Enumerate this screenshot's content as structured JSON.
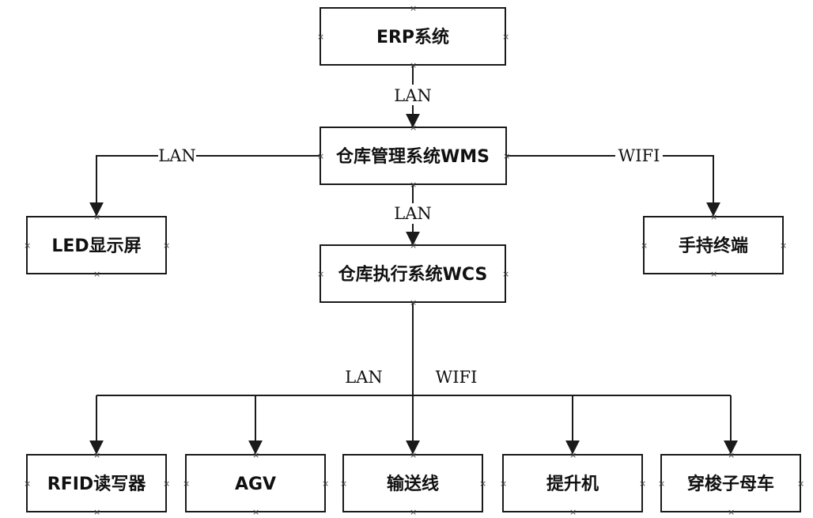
{
  "colors": {
    "line": "#1a1a1a",
    "text": "#111111",
    "background": "#ffffff"
  },
  "nodes": {
    "erp": "ERP系统",
    "wms": "仓库管理系统WMS",
    "led": "LED显示屏",
    "handheld": "手持终端",
    "wcs": "仓库执行系统WCS",
    "rfid": "RFID读写器",
    "agv": "AGV",
    "conveyor": "输送线",
    "hoist": "提升机",
    "shuttle": "穿梭子母车"
  },
  "edge_labels": {
    "erp_wms": "LAN",
    "wms_led": "LAN",
    "wms_handheld": "WIFI",
    "wms_wcs": "LAN",
    "wcs_devices_left": "LAN",
    "wcs_devices_right": "WIFI"
  }
}
